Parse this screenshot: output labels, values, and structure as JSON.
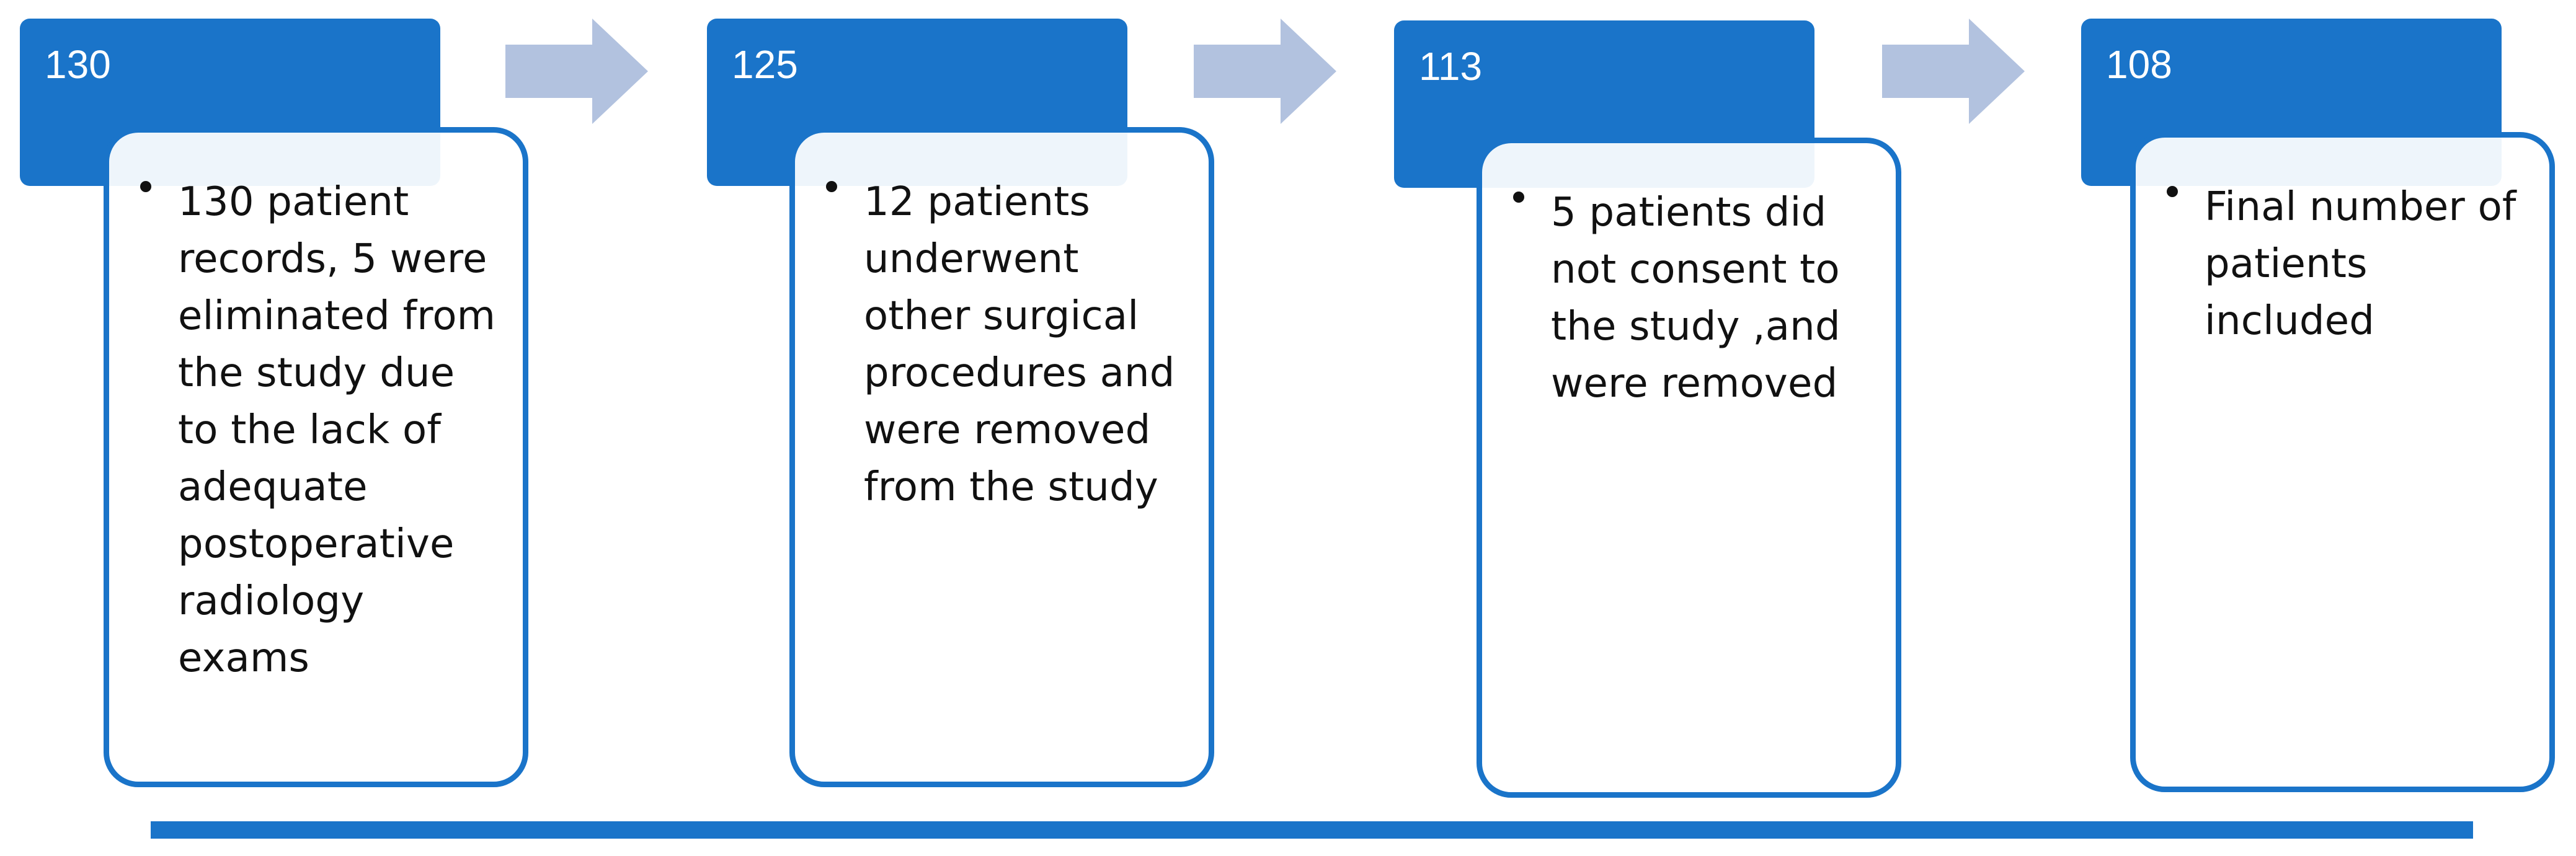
{
  "colors": {
    "primary": "#1a74c9",
    "arrow": "#b2c2df",
    "text": "#111111",
    "background": "#ffffff"
  },
  "stages": [
    {
      "count": "130",
      "description": "130 patient records, 5 were eliminated from the study due to the lack of adequate postoperative radiology exams"
    },
    {
      "count": "125",
      "description": "12 patients underwent other surgical procedures and were removed from the study"
    },
    {
      "count": "113",
      "description": "5 patients did not consent to the study ,and were removed"
    },
    {
      "count": "108",
      "description": "Final number of patients included"
    }
  ],
  "arrows": [
    {
      "icon": "right-arrow-icon"
    },
    {
      "icon": "right-arrow-icon"
    },
    {
      "icon": "right-arrow-icon"
    }
  ]
}
